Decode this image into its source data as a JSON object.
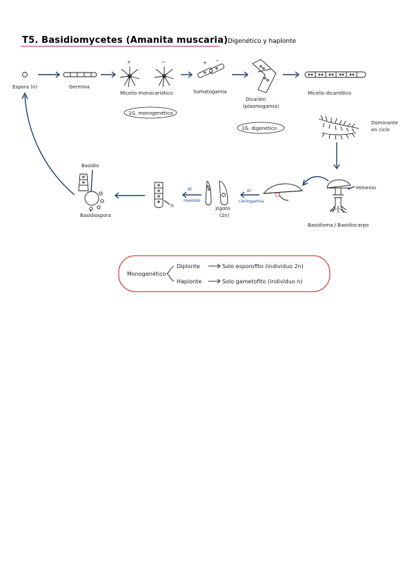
{
  "title": {
    "main": "T5. Basidiomycetes (Amanita muscaria)",
    "separator": ":",
    "subtitle": "Digenético y haplonte"
  },
  "stages": {
    "espora": "Espora (n)",
    "germina": "Germina",
    "micelio_mono": "Micelio monocariótico",
    "plus_sign": "+",
    "minus_sign": "−",
    "somatogamia": "Somatogamia",
    "dicarion_1": "Dicarión",
    "dicarion_2": "(plasmogamia)",
    "micelio_di": "Micelio dicariótico",
    "gen_mono": "1G. monogenético",
    "gen_di": "1G. digenético",
    "dominante_1": "Dominante",
    "dominante_2": "en ciclo",
    "himenio": "Himenio",
    "basidioma": "Basidioma / Basidiocarpo",
    "k_label": "K!",
    "cariogamia": "cariogamia",
    "zigoto_1": "zigoto",
    "zigoto_2": "(2n)",
    "r_label": "R!",
    "meiosis": "meiosis",
    "n_label": "n",
    "basidio": "Basidio",
    "basidiospora": "Basidiospora"
  },
  "summary_box": {
    "left": "Monogenético",
    "diplonte": "Diplonte",
    "diplonte_desc": "Solo esporofito (individuo 2n)",
    "haplonte": "Haplonte",
    "haplonte_desc": "Solo gametofito (individuo n)"
  },
  "colors": {
    "ink": "#1b1b1b",
    "arrow": "#1c3f66",
    "title_underline": "#c9457e",
    "box_border": "#d64040",
    "text_blue": "#1e4a8a"
  }
}
